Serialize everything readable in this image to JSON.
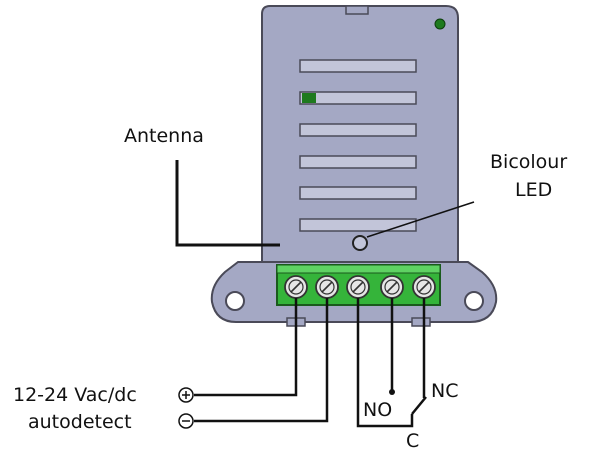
{
  "labels": {
    "antenna": "Antenna",
    "bicolour_line1": "Bicolour",
    "bicolour_line2": "LED",
    "power_line1": "12-24 Vac/dc",
    "power_line2": "autodetect",
    "no": "NO",
    "nc": "NC",
    "c": "C",
    "plus": "+",
    "minus": "−"
  },
  "colors": {
    "housing": "#a4a8c4",
    "housing_edge": "#4a4a58",
    "terminal_green": "#35b43a",
    "status_led": "#1e7a1e",
    "wire": "#111111"
  }
}
